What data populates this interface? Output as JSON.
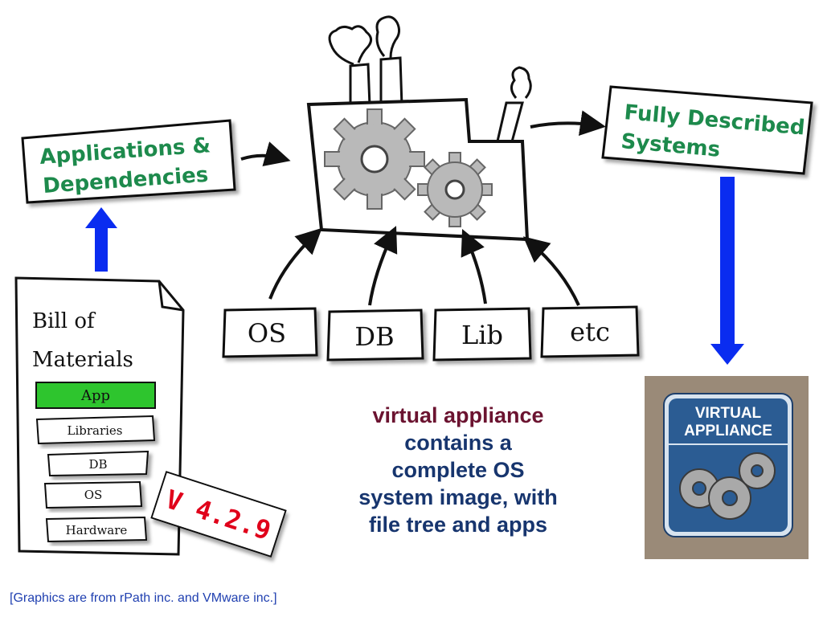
{
  "input_box": {
    "line1": "Applications &",
    "line2": "Dependencies"
  },
  "output_box": {
    "line1": "Fully Described",
    "line2": "Systems"
  },
  "bill_of_materials": {
    "title_line1": "Bill of",
    "title_line2": "Materials",
    "items": [
      "App",
      "Libraries",
      "DB",
      "OS",
      "Hardware"
    ]
  },
  "version_stamp": "V 4.2.9",
  "components": [
    "OS",
    "DB",
    "Lib",
    "etc"
  ],
  "appliance_icon": {
    "line1": "VIRTUAL",
    "line2": "APPLIANCE"
  },
  "caption": {
    "highlight": "virtual appliance",
    "line2": "contains a",
    "line3": "complete OS",
    "line4": "system image, with",
    "line5": "file tree and apps"
  },
  "footnote": "[Graphics are from rPath inc. and VMware inc.]",
  "colors": {
    "green_text": "#1d8a4c",
    "blue_arrow": "#0a2cf0",
    "app_highlight": "#2ec52e",
    "stamp_red": "#e0001a",
    "appliance_frame": "#9a8a78",
    "appliance_panel": "#2b5c93"
  },
  "icons": [
    "factory-icon",
    "gear-icon",
    "smoke-icon",
    "arrow-icon"
  ]
}
